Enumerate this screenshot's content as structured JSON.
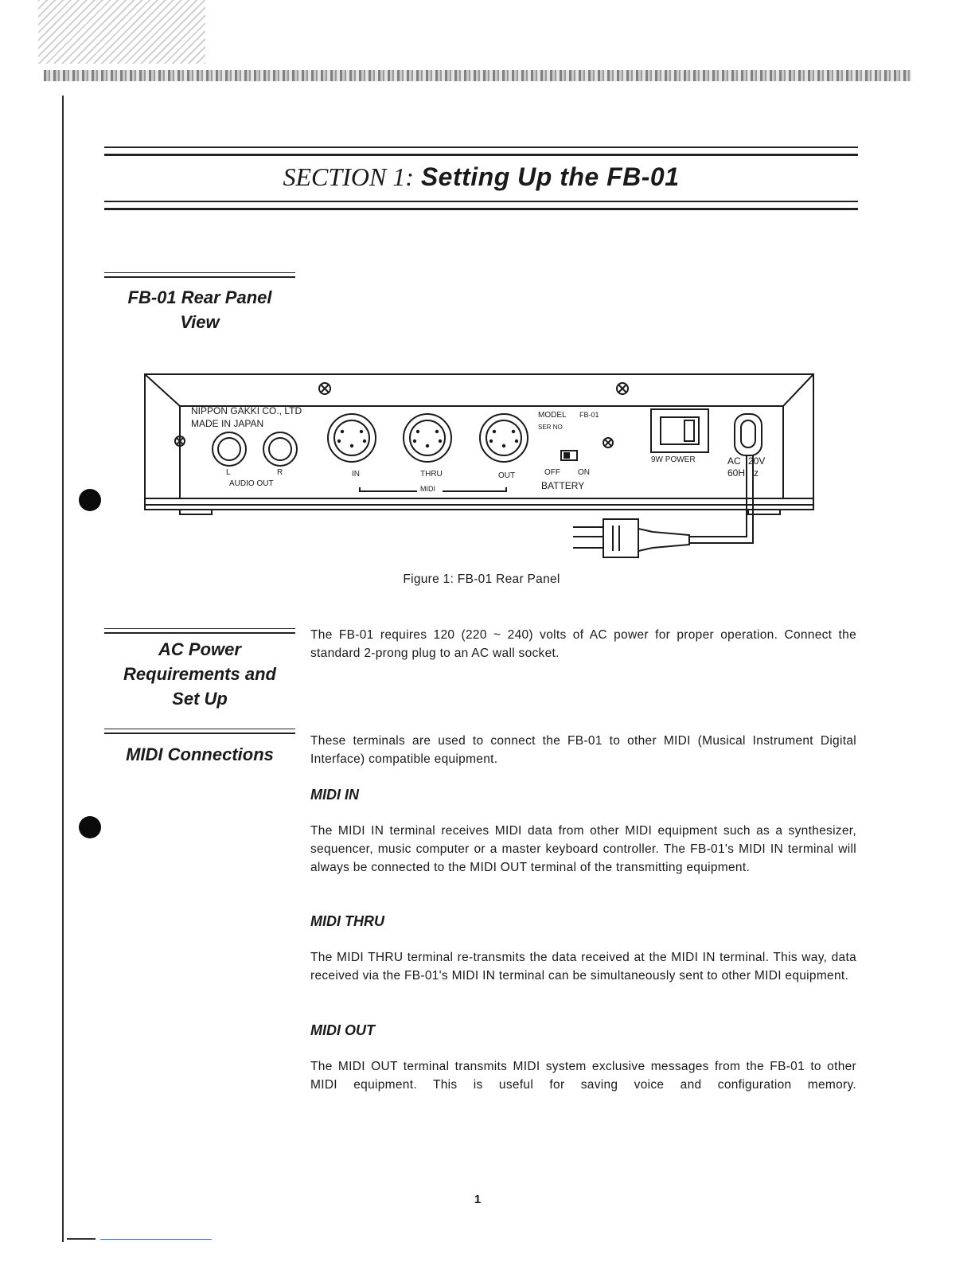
{
  "header": {
    "section_label": "SECTION 1:",
    "section_title": "Setting Up the FB-01"
  },
  "rear_panel_heading": {
    "line1": "FB-01 Rear Panel",
    "line2": "View"
  },
  "figure": {
    "caption": "Figure 1: FB-01 Rear Panel",
    "panel_labels": {
      "maker_line1": "NIPPON GAKKI CO., LTD",
      "maker_line2": "MADE IN JAPAN",
      "audio_l": "L",
      "audio_r": "R",
      "audio_out": "AUDIO OUT",
      "midi_in": "IN",
      "midi_thru": "THRU",
      "midi_out": "OUT",
      "midi": "MIDI",
      "model": "MODEL",
      "model_value": "FB-01",
      "serial": "SER NO",
      "off": "OFF",
      "on": "ON",
      "battery": "BATTERY",
      "power_rating": "9W POWER",
      "ac_voltage_prefix": "AC",
      "ac_voltage_value": "20V",
      "ac_freq_prefix": "60H",
      "ac_freq_suffix": "z"
    }
  },
  "ac_power": {
    "heading_lines": [
      "AC Power",
      "Requirements and",
      "Set Up"
    ],
    "paragraph": "The FB-01 requires 120 (220 ~ 240) volts of AC power for proper operation. Connect the standard 2-prong plug to an AC wall socket."
  },
  "midi_connections": {
    "heading": "MIDI Connections",
    "intro": "These terminals are used to connect the FB-01 to other MIDI (Musical Instrument Digital Interface) compatible equipment.",
    "midi_in": {
      "title": "MIDI IN",
      "text": "The MIDI IN terminal receives MIDI data from other MIDI equipment such as a synthesizer, sequencer, music computer or a master keyboard controller. The FB-01's MIDI IN terminal will always be connected to the MIDI OUT terminal of the transmitting equipment."
    },
    "midi_thru": {
      "title": "MIDI THRU",
      "text": "The MIDI THRU terminal re-transmits the data received at the MIDI IN terminal. This way, data received via the FB-01's MIDI IN terminal can be simultaneously sent to other MIDI equipment."
    },
    "midi_out": {
      "title": "MIDI OUT",
      "text": "The MIDI OUT terminal transmits MIDI system exclusive messages from the FB-01 to other MIDI equipment. This is useful for saving voice and configuration memory."
    }
  },
  "page_number": "1"
}
